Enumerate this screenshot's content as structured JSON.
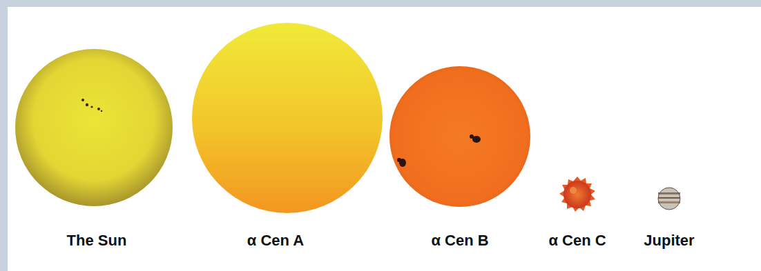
{
  "diagram": {
    "labels": [
      "The Sun",
      "α Cen A",
      "α Cen B",
      "α Cen C",
      "Jupiter"
    ]
  }
}
